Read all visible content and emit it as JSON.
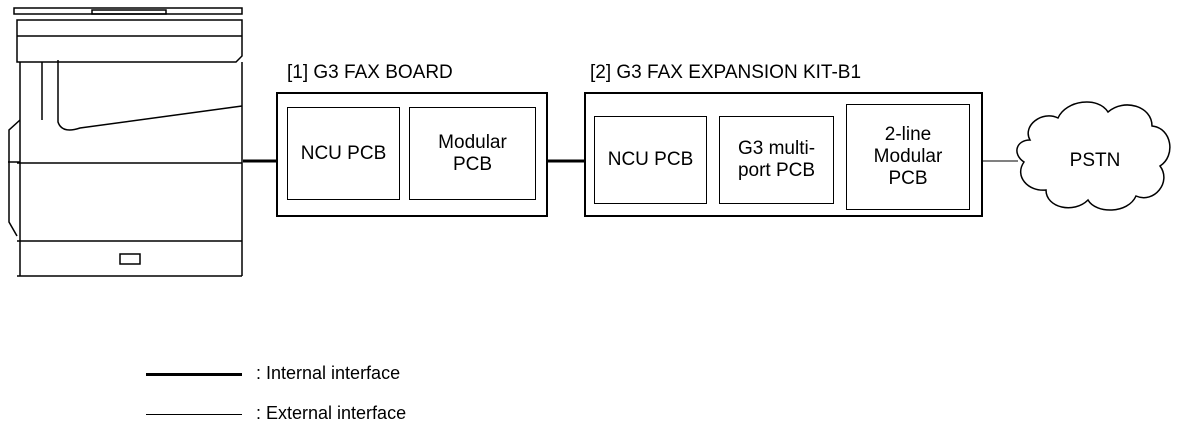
{
  "board": {
    "title": "[1] G3 FAX BOARD",
    "blocks": [
      "NCU PCB",
      "Modular\nPCB"
    ]
  },
  "expansion_kit": {
    "title": "[2] G3 FAX EXPANSION KIT-B1",
    "blocks": [
      "NCU PCB",
      "G3 multi-\nport PCB",
      "2-line\nModular\nPCB"
    ]
  },
  "network": {
    "label": "PSTN"
  },
  "legend": {
    "internal": ": Internal interface",
    "external": ": External interface"
  }
}
